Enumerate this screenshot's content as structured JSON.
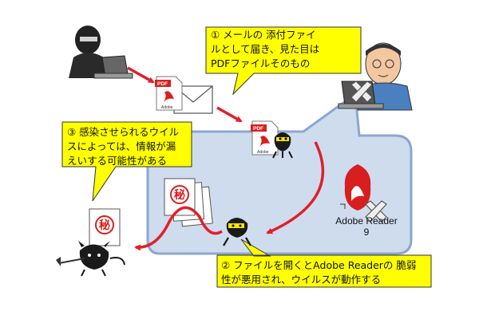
{
  "callouts": {
    "step1": [
      "① メールの 添付ファイ",
      "ルとして届き、見た目は",
      "PDFファイルそのもの"
    ],
    "step2": [
      "② ファイルを開くとAdobe Readerの 脆弱",
      "性が悪用され、ウイルスが動作する"
    ],
    "step3": [
      "③ 感染させられるウイル",
      "スによっては、情報が漏",
      "えいする可能性がある"
    ]
  },
  "app": {
    "name": "Adobe Reader",
    "version": "9"
  },
  "file_icon": {
    "pdf_tag": "PDF",
    "brand_tag": "Adobe"
  },
  "secret_mark": "秘",
  "colors": {
    "arrow": "#e0202a",
    "callout_fill": "#ffff00",
    "pc_area": "#cfdcee",
    "pc_border": "#8ba7d0"
  },
  "icons": [
    "hacker-icon",
    "envelope-icon",
    "pdf-file-icon",
    "virus-icon",
    "user-icon",
    "disabled-x-icon",
    "adobe-reader-icon",
    "secret-document-icon",
    "devil-virus-icon"
  ]
}
